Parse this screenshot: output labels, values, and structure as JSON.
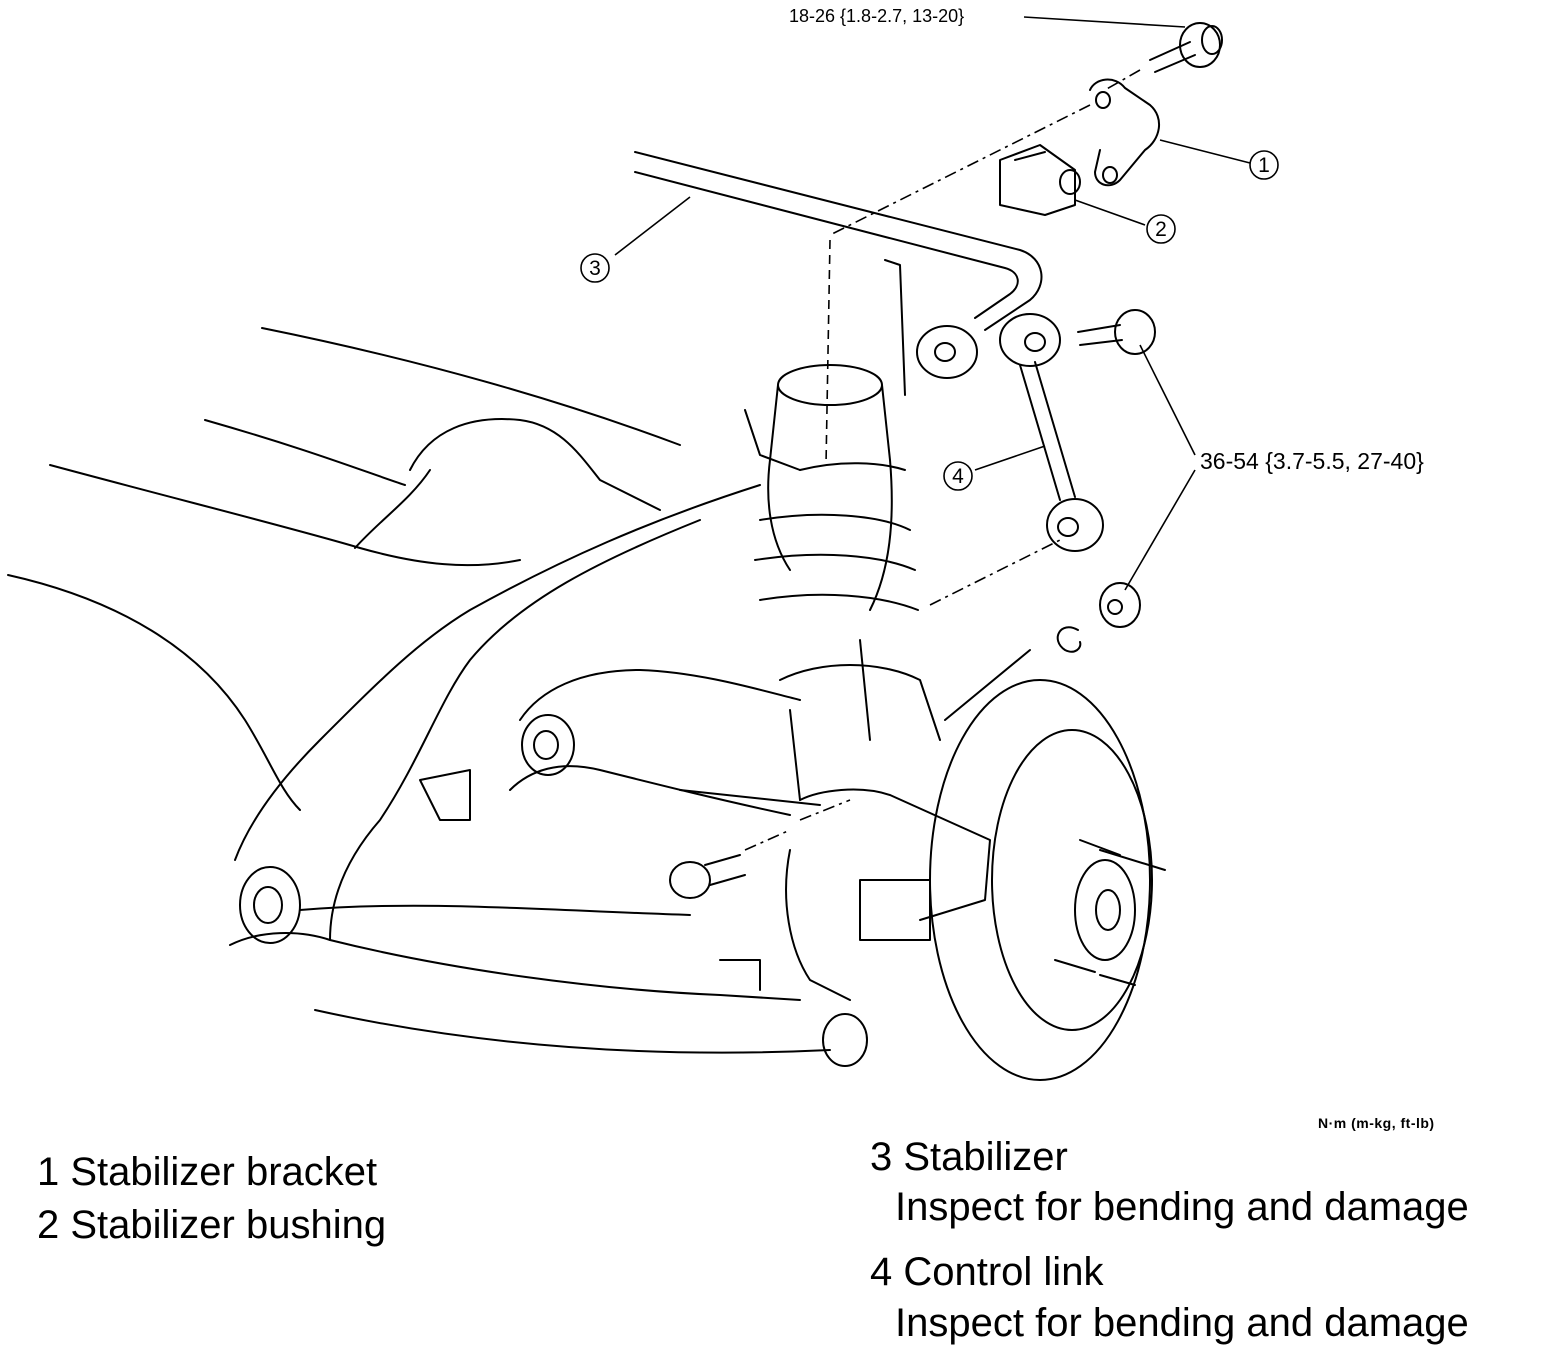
{
  "callouts": {
    "c1": "1",
    "c2": "2",
    "c3": "3",
    "c4": "4"
  },
  "torque": {
    "bracket_bolt": "18-26 {1.8-2.7, 13-20}",
    "link_fasteners": "36-54 {3.7-5.5, 27-40}"
  },
  "units_note": "N·m (m-kg, ft-lb)",
  "legend": {
    "item1": "1 Stabilizer bracket",
    "item2": "2 Stabilizer bushing",
    "item3_title": "3 Stabilizer",
    "item3_note": "Inspect for bending and damage",
    "item4_title": "4 Control link",
    "item4_note": "Inspect for bending and damage"
  }
}
